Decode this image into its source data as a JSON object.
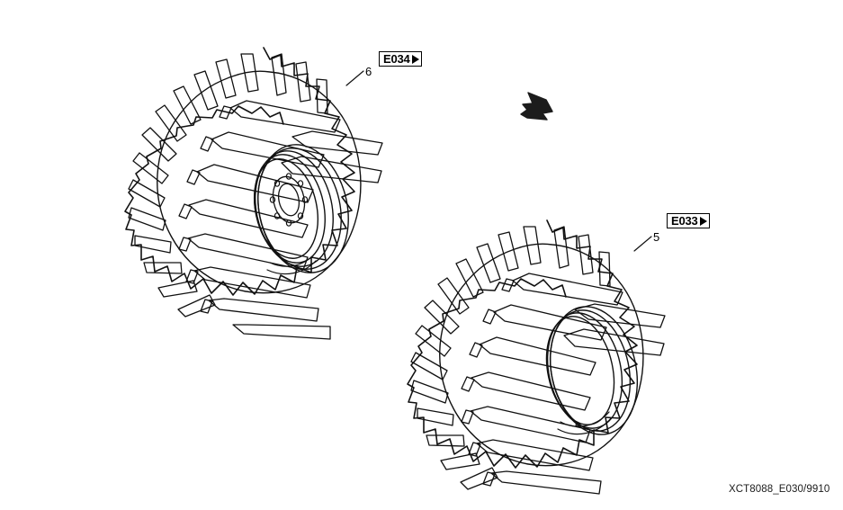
{
  "document": {
    "type": "technical-parts-diagram",
    "subject": "agricultural tractor tires and wheel assembly",
    "caption": "XCT8088_E030/9910",
    "background_color": "#ffffff",
    "line_color": "#000000"
  },
  "callouts": [
    {
      "id": "e034",
      "label": "E034",
      "arrow": "right-triangle",
      "refers_to_item": "6"
    },
    {
      "id": "e033",
      "label": "E033",
      "arrow": "right-triangle",
      "refers_to_item": "5"
    }
  ],
  "items": [
    {
      "number": "6",
      "description": "tire with wheel rim",
      "position": "upper-left"
    },
    {
      "number": "5",
      "description": "tire without rim",
      "position": "lower-right"
    }
  ],
  "direction_arrow": {
    "name": "direction-arrow",
    "points": "down-left",
    "color": "#1c1c1c"
  },
  "parts": [
    {
      "name": "tire-assembly-left",
      "item_number": "6",
      "has_rim": true,
      "bolt_holes": 8,
      "tread": "chevron-lug agricultural",
      "lug_count": 18
    },
    {
      "name": "tire-bare-right",
      "item_number": "5",
      "has_rim": false,
      "bolt_holes": 0,
      "tread": "chevron-lug agricultural",
      "lug_count": 18
    }
  ]
}
